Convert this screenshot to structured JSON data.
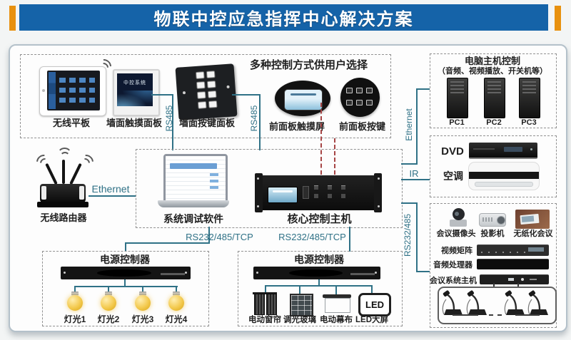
{
  "title": "物联中控应急指挥中心解决方案",
  "colors": {
    "title_bar": "#1563a8",
    "accent": "#e8910f",
    "line": "#2f7186",
    "red_dashed": "#a64545"
  },
  "top": {
    "heading": "多种控制方式供用户选择",
    "tablet_label": "无线平板",
    "wall_touch_label": "墙面触摸面板",
    "wall_touch_screen_text": "中控系统",
    "wall_keys_label": "墙面按键面板",
    "front_touch_label": "前面板触摸屏",
    "front_keys_label": "前面板按键"
  },
  "links": {
    "rs485_a": "RS485",
    "rs485_b": "RS485",
    "ethernet_lan": "Ethernet",
    "ethernet_right": "Ethernet",
    "ir": "IR",
    "rs232_485": "RS232/485",
    "rs232_tcp_left": "RS232/485/TCP",
    "rs232_tcp_right": "RS232/485/TCP"
  },
  "middle": {
    "router_label": "无线路由器",
    "laptop_label": "系统调试软件",
    "core_label": "核心控制主机"
  },
  "panels": {
    "pc": {
      "title": "电脑主机控制",
      "subtitle": "（音频、视频播放、开关机等）",
      "items": [
        "PC1",
        "PC2",
        "PC3"
      ]
    },
    "av": {
      "dvd": "DVD",
      "ac": "空调"
    },
    "conf": {
      "camera": "会议摄像头",
      "projector": "投影机",
      "paperless": "无纸化会议",
      "matrix": "视频矩阵",
      "audio": "音频处理器",
      "host": "会议系统主机"
    }
  },
  "power_left": {
    "title": "电源控制器",
    "lights": [
      "灯光1",
      "灯光2",
      "灯光3",
      "灯光4"
    ]
  },
  "power_right": {
    "title": "电源控制器",
    "devices": [
      "电动窗帘",
      "调光玻璃",
      "电动幕布",
      "LED大屏"
    ],
    "led_text": "LED"
  }
}
